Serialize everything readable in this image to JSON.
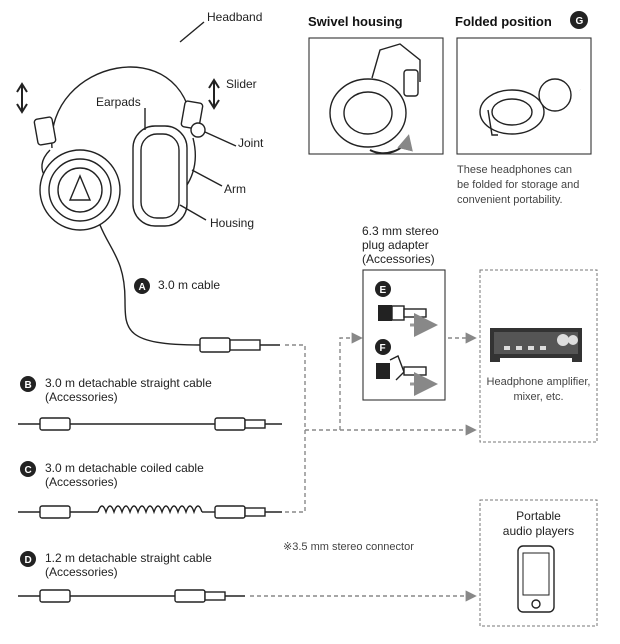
{
  "labels": {
    "headband": "Headband",
    "slider": "Slider",
    "earpads": "Earpads",
    "joint": "Joint",
    "arm": "Arm",
    "housing": "Housing"
  },
  "swivel": {
    "title": "Swivel housing"
  },
  "folded": {
    "title": "Folded position",
    "badge": "G",
    "caption": [
      "These headphones can",
      "be folded for storage and",
      "convenient portability."
    ]
  },
  "adapter": {
    "title": [
      "6.3 mm stereo",
      "plug adapter",
      "(Accessories)"
    ],
    "badge_e": "E",
    "badge_f": "F"
  },
  "amplifier": {
    "label": [
      "Headphone amplifier,",
      "mixer, etc."
    ]
  },
  "portable": {
    "label": [
      "Portable",
      "audio players"
    ]
  },
  "cables": [
    {
      "badge": "A",
      "lines": [
        "3.0 m cable"
      ]
    },
    {
      "badge": "B",
      "lines": [
        "3.0 m detachable straight cable",
        "(Accessories)"
      ]
    },
    {
      "badge": "C",
      "lines": [
        "3.0 m detachable coiled cable",
        "(Accessories)"
      ]
    },
    {
      "badge": "D",
      "lines": [
        "1.2 m detachable straight cable",
        "(Accessories)"
      ]
    }
  ],
  "connector_note": "※3.5 mm stereo connector"
}
